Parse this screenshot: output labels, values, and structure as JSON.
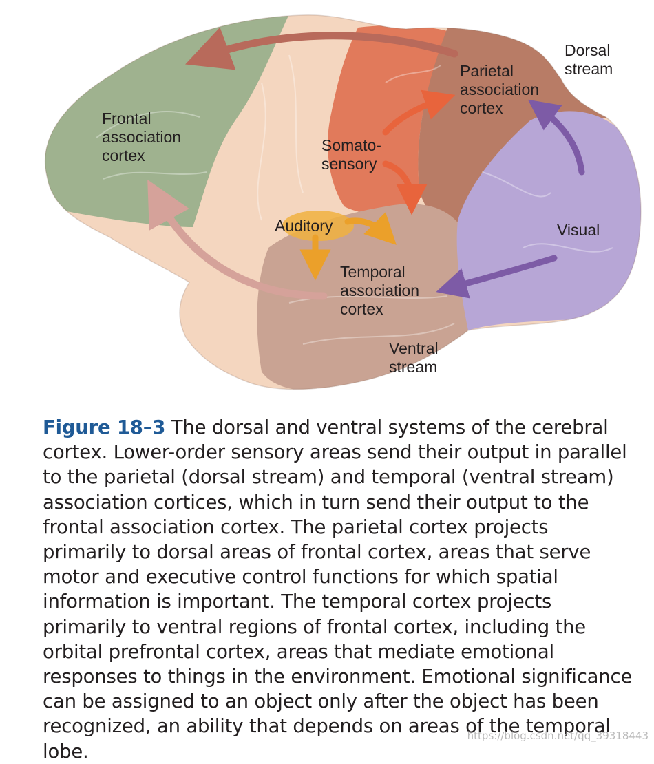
{
  "labels": {
    "dorsal_stream": "Dorsal\nstream",
    "parietal": "Parietal\nassociation\ncortex",
    "frontal": "Frontal\nassociation\ncortex",
    "somatosensory": "Somato-\nsensory",
    "auditory": "Auditory",
    "visual": "Visual",
    "temporal": "Temporal\nassociation\ncortex",
    "ventral_stream": "Ventral\nstream"
  },
  "caption": {
    "figure_number": "Figure 18–3",
    "title": "The dorsal and ventral systems of the cerebral cortex.",
    "body": "Lower-order sensory areas send their output in parallel to the parietal (dorsal stream) and temporal (ventral stream) association cortices, which in turn send their output to the frontal association cortex. The parietal cortex projects primarily to dorsal areas of frontal cortex, areas that serve motor and executive control functions for which spatial information is important. The temporal cortex projects primarily to ventral regions of frontal cortex, including the orbital prefrontal cortex, areas that mediate emotional responses to things in the environment. Emotional significance can be assigned to an object only after the object has been recognized, an ability that depends on areas of the temporal lobe."
  },
  "watermark": "https://blog.csdn.net/qq_39318443",
  "colors": {
    "frontal": "#9fb28f",
    "base_cortex": "#f4d6bf",
    "somatosensory": "#e17a5b",
    "parietal": "#b87c66",
    "temporal": "#c9a393",
    "visual": "#b7a6d6",
    "auditory": "#f0b23f",
    "arrow_brown": "#b86a5b",
    "arrow_pink": "#d5a29a",
    "arrow_orange": "#e8643c",
    "arrow_yellow": "#eba02a",
    "arrow_purple": "#7d5ba6",
    "figure_blue": "#1f5a96"
  }
}
